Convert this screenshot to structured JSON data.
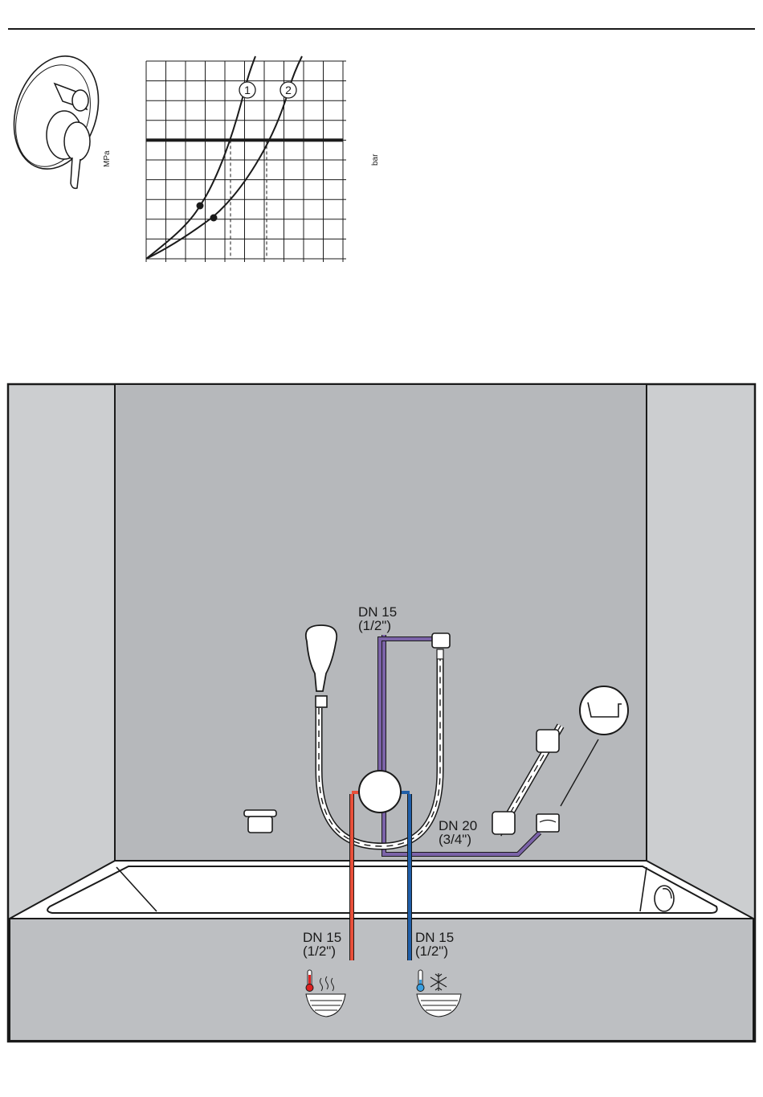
{
  "header": {
    "rule": true
  },
  "chart": {
    "unit_left": "MPa",
    "unit_right": "bar",
    "curves": [
      {
        "marker": "1"
      },
      {
        "marker": "2"
      }
    ]
  },
  "installation": {
    "outlet_pipe": {
      "size": "DN 15",
      "inch": "(1/2\")"
    },
    "filler_pipe": {
      "size": "DN 20",
      "inch": "(3/4\")"
    },
    "hot_supply": {
      "size": "DN 15",
      "inch": "(1/2\")"
    },
    "cold_supply": {
      "size": "DN 15",
      "inch": "(1/2\")"
    }
  },
  "colors": {
    "wall_back": "#b6b8bb",
    "wall_side": "#ccced0",
    "tub_panel": "#bdbfc2",
    "hot_pipe": "#e8503a",
    "cold_pipe": "#1f5ea8",
    "outlet_pipe": "#7b63a8",
    "line": "#1a1a1a"
  }
}
